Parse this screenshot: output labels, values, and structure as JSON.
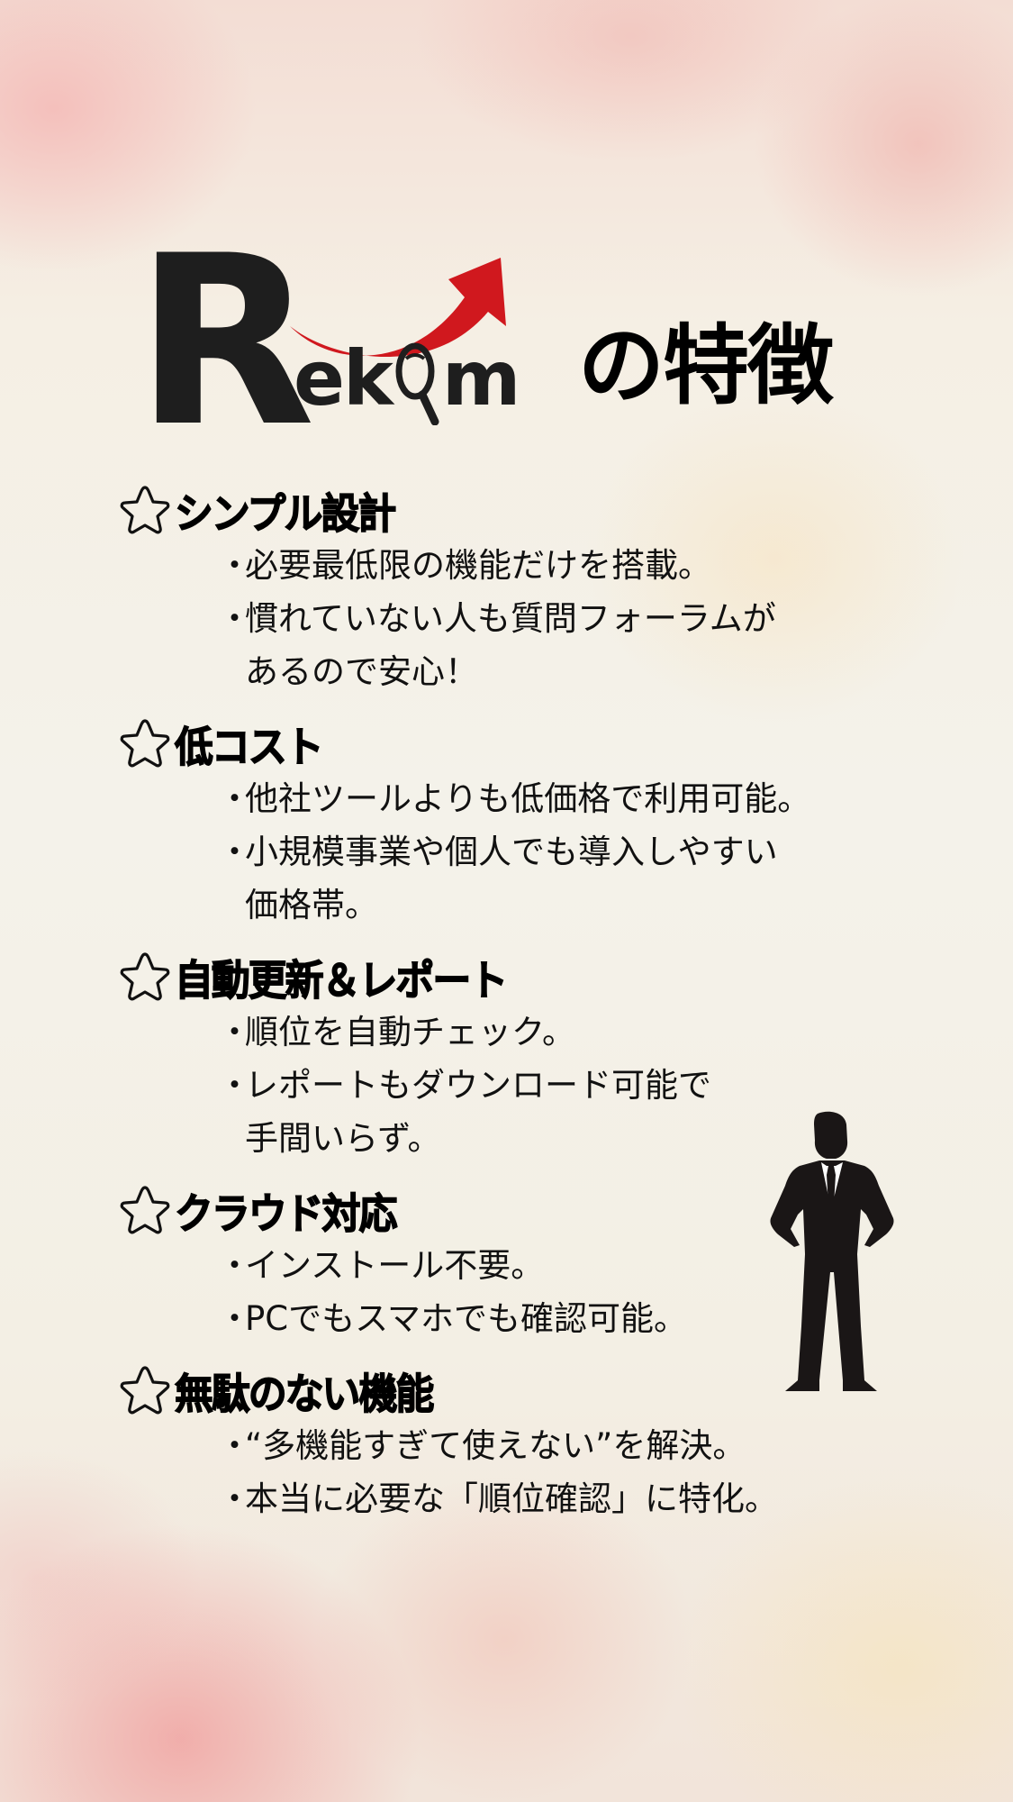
{
  "logo": {
    "brand_initial": "R",
    "brand_rest_before": "ek",
    "brand_magnifier_letter": "o",
    "brand_rest_after": "m",
    "brand_name": "Rekom",
    "title_suffix": "の特徴",
    "arrow_color": "#d0181e"
  },
  "sections": [
    {
      "icon": "star-outline-icon",
      "title": "シンプル設計",
      "bullets": [
        "必要最低限の機能だけを搭載。",
        "慣れていない人も質問フォーラムが\nあるので安心！"
      ]
    },
    {
      "icon": "star-outline-icon",
      "title": "低コスト",
      "bullets": [
        "他社ツールよりも低価格で利用可能。",
        "小規模事業や個人でも導入しやすい\n価格帯。"
      ]
    },
    {
      "icon": "star-outline-icon",
      "title": "自動更新＆レポート",
      "bullets": [
        "順位を自動チェック。",
        "レポートもダウンロード可能で\n手間いらず。"
      ]
    },
    {
      "icon": "star-outline-icon",
      "title": "クラウド対応",
      "bullets": [
        "インストール不要。",
        "PCでもスマホでも確認可能。"
      ]
    },
    {
      "icon": "star-outline-icon",
      "title": "無駄のない機能",
      "bullets": [
        "“多機能すぎて使えない”を解決。",
        "本当に必要な「順位確認」に特化。"
      ]
    }
  ],
  "bullet_marker": "・",
  "illustration": "businessman-silhouette",
  "colors": {
    "text": "#111111",
    "accent_red": "#d0181e",
    "bg_pink": "#f4c4c0",
    "bg_cream": "#f4f2ea"
  }
}
